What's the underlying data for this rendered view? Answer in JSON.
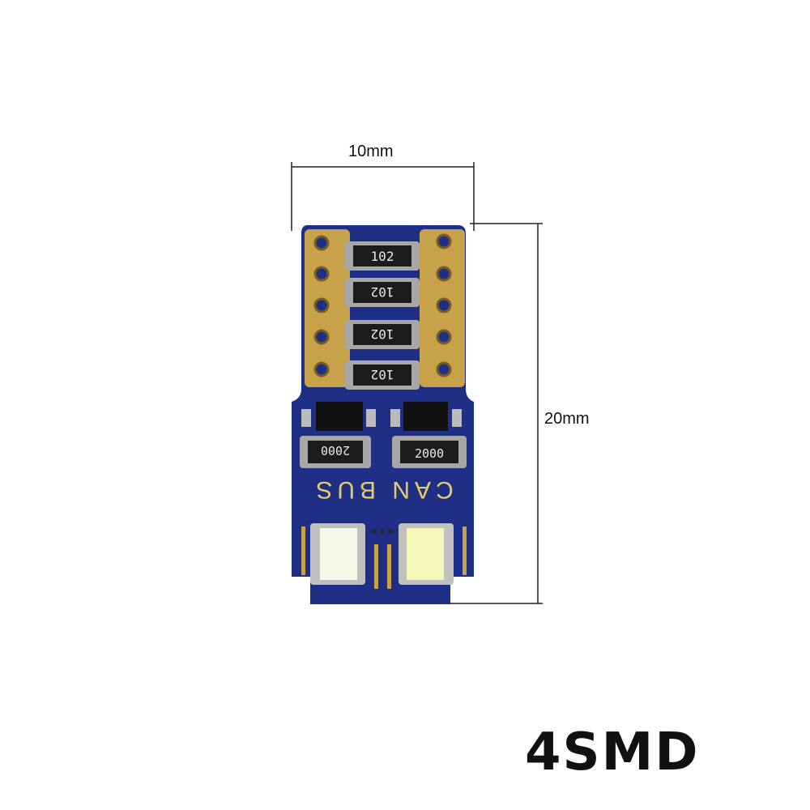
{
  "dimensions": {
    "width_label": "10mm",
    "height_label": "20mm"
  },
  "board": {
    "resistors_top": [
      "102",
      "102",
      "102",
      "102"
    ],
    "resistors_bottom": [
      "2000",
      "2000"
    ],
    "silkscreen": "CAN BUS",
    "led_count": 2
  },
  "product_label": "4SMD",
  "colors": {
    "pcb": "#1f2f86",
    "gold": "#c8a24a",
    "led": "#f6f9e9",
    "resistor": "#1c1c1c"
  }
}
